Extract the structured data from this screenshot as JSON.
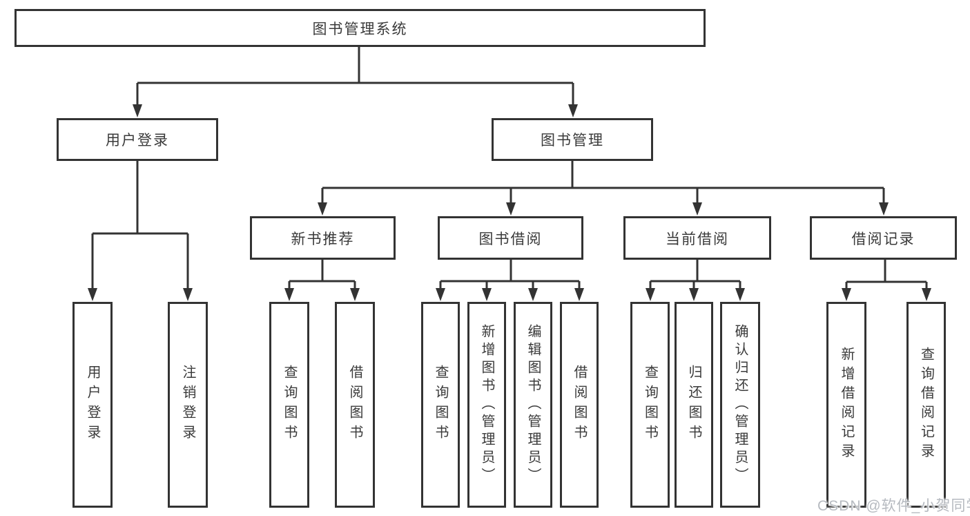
{
  "colors": {
    "line": "#333333",
    "text": "#3a3a3a",
    "background": "#ffffff",
    "watermark": "#b6bac0"
  },
  "tree": {
    "label": "图书管理系统",
    "children": [
      {
        "label": "用户登录",
        "children": [
          {
            "label": "用户登录"
          },
          {
            "label": "注销登录"
          }
        ]
      },
      {
        "label": "图书管理",
        "children": [
          {
            "label": "新书推荐",
            "children": [
              {
                "label": "查询图书"
              },
              {
                "label": "借阅图书"
              }
            ]
          },
          {
            "label": "图书借阅",
            "children": [
              {
                "label": "查询图书"
              },
              {
                "label": "新增图书（管理员）"
              },
              {
                "label": "编辑图书（管理员）"
              },
              {
                "label": "借阅图书"
              }
            ]
          },
          {
            "label": "当前借阅",
            "children": [
              {
                "label": "查询图书"
              },
              {
                "label": "归还图书"
              },
              {
                "label": "确认归还（管理员）"
              }
            ]
          },
          {
            "label": "借阅记录",
            "children": [
              {
                "label": "新增借阅记录"
              },
              {
                "label": "查询借阅记录"
              }
            ]
          }
        ]
      }
    ]
  },
  "watermark": {
    "text": "CSDN @软件_小贺同学"
  }
}
